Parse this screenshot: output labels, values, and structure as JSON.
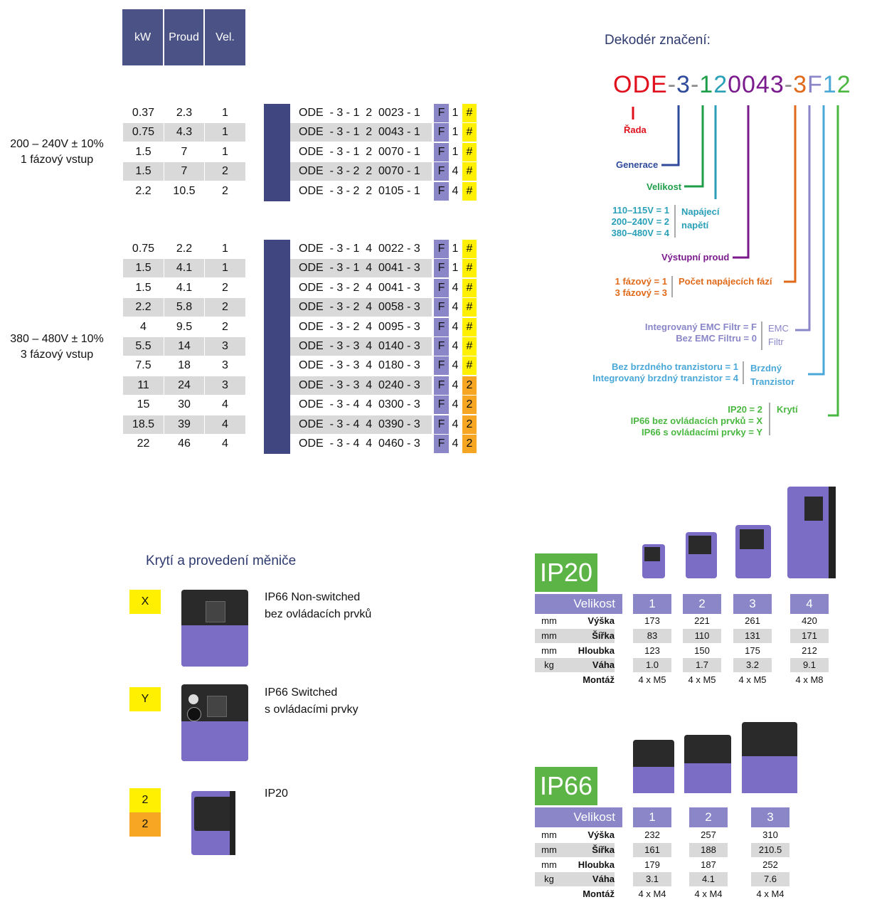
{
  "table": {
    "headers": [
      "kW",
      "Proud",
      "Vel."
    ],
    "group1": {
      "label1": "200 – 240V ± 10%",
      "label2": "1 fázový vstup",
      "rows": [
        {
          "kw": "0.37",
          "proud": "2.3",
          "vel": "1",
          "code": "ODE  - 3 - 1  2  0023 - 1",
          "f": "F",
          "n": "1",
          "k": "#"
        },
        {
          "kw": "0.75",
          "proud": "4.3",
          "vel": "1",
          "code": "ODE  - 3 - 1  2  0043 - 1",
          "f": "F",
          "n": "1",
          "k": "#"
        },
        {
          "kw": "1.5",
          "proud": "7",
          "vel": "1",
          "code": "ODE  - 3 - 1  2  0070 - 1",
          "f": "F",
          "n": "1",
          "k": "#"
        },
        {
          "kw": "1.5",
          "proud": "7",
          "vel": "2",
          "code": "ODE  - 3 - 2  2  0070 - 1",
          "f": "F",
          "n": "4",
          "k": "#"
        },
        {
          "kw": "2.2",
          "proud": "10.5",
          "vel": "2",
          "code": "ODE  - 3 - 2  2  0105 - 1",
          "f": "F",
          "n": "4",
          "k": "#"
        }
      ]
    },
    "group2": {
      "label1": "380 – 480V ± 10%",
      "label2": "3 fázový vstup",
      "rows": [
        {
          "kw": "0.75",
          "proud": "2.2",
          "vel": "1",
          "code": "ODE  - 3 - 1  4  0022 - 3",
          "f": "F",
          "n": "1",
          "k": "#"
        },
        {
          "kw": "1.5",
          "proud": "4.1",
          "vel": "1",
          "code": "ODE  - 3 - 1  4  0041 - 3",
          "f": "F",
          "n": "1",
          "k": "#"
        },
        {
          "kw": "1.5",
          "proud": "4.1",
          "vel": "2",
          "code": "ODE  - 3 - 2  4  0041 - 3",
          "f": "F",
          "n": "4",
          "k": "#"
        },
        {
          "kw": "2.2",
          "proud": "5.8",
          "vel": "2",
          "code": "ODE  - 3 - 2  4  0058 - 3",
          "f": "F",
          "n": "4",
          "k": "#"
        },
        {
          "kw": "4",
          "proud": "9.5",
          "vel": "2",
          "code": "ODE  - 3 - 2  4  0095 - 3",
          "f": "F",
          "n": "4",
          "k": "#"
        },
        {
          "kw": "5.5",
          "proud": "14",
          "vel": "3",
          "code": "ODE  - 3 - 3  4  0140 - 3",
          "f": "F",
          "n": "4",
          "k": "#"
        },
        {
          "kw": "7.5",
          "proud": "18",
          "vel": "3",
          "code": "ODE  - 3 - 3  4  0180 - 3",
          "f": "F",
          "n": "4",
          "k": "#"
        },
        {
          "kw": "11",
          "proud": "24",
          "vel": "3",
          "code": "ODE  - 3 - 3  4  0240 - 3",
          "f": "F",
          "n": "4",
          "k": "2"
        },
        {
          "kw": "15",
          "proud": "30",
          "vel": "4",
          "code": "ODE  - 3 - 4  4  0300 - 3",
          "f": "F",
          "n": "4",
          "k": "2"
        },
        {
          "kw": "18.5",
          "proud": "39",
          "vel": "4",
          "code": "ODE  - 3 - 4  4  0390 - 3",
          "f": "F",
          "n": "4",
          "k": "2"
        },
        {
          "kw": "22",
          "proud": "46",
          "vel": "4",
          "code": "ODE  - 3 - 4  4  0460 - 3",
          "f": "F",
          "n": "4",
          "k": "2"
        }
      ]
    }
  },
  "decoder": {
    "title": "Dekodér značení:",
    "code_parts": [
      {
        "t": "ODE",
        "c": "#e0101c"
      },
      {
        "t": "-",
        "c": "#8a8a8a"
      },
      {
        "t": "3",
        "c": "#2e4a9a"
      },
      {
        "t": "-",
        "c": "#8a8a8a"
      },
      {
        "t": "1",
        "c": "#1f9e4a"
      },
      {
        "t": "2",
        "c": "#2aa0b8"
      },
      {
        "t": "0043",
        "c": "#7a1a8c"
      },
      {
        "t": "-",
        "c": "#8a8a8a"
      },
      {
        "t": "3",
        "c": "#e06a1a"
      },
      {
        "t": "F",
        "c": "#8a86c8"
      },
      {
        "t": "1",
        "c": "#4aa8d8"
      },
      {
        "t": "2",
        "c": "#4ab840"
      }
    ],
    "rada": "Řada",
    "generace": "Generace",
    "velikost": "Velikost",
    "voltage_options": [
      "110–115V = 1",
      "200–240V = 2",
      "380–480V = 4"
    ],
    "napajeci": [
      "Napájecí",
      "napětí"
    ],
    "vystupni": "Výstupní proud",
    "phase_options": [
      "1 fázový = 1",
      "3 fázový = 3"
    ],
    "pocet": "Počet napájecích fází",
    "emc_options": [
      "Integrovaný EMC Filtr = F",
      "Bez EMC Filtru = 0"
    ],
    "emc": [
      "EMC",
      "Filtr"
    ],
    "brake_options": [
      "Bez brzdného tranzistoru  = 1",
      "Integrovaný brzdný tranzistor = 4"
    ],
    "brzdny": [
      "Brzdný",
      "Tranzistor"
    ],
    "ip_options": [
      "IP20 = 2",
      "IP66 bez ovládacích prvků = X",
      "IP66 s ovládacími prvky = Y"
    ],
    "kryti": "Krytí"
  },
  "enclosure": {
    "title": "Krytí a provedení měniče",
    "items": [
      {
        "code": "X",
        "line1": "IP66 Non-switched",
        "line2": "bez ovládacích prvků"
      },
      {
        "code": "Y",
        "line1": "IP66 Switched",
        "line2": "s ovládacími prvky"
      },
      {
        "code": "2",
        "code2": "2",
        "line1": "IP20",
        "line2": ""
      }
    ]
  },
  "ip20": {
    "badge": "IP20",
    "velikost": "Velikost",
    "sizes": [
      "1",
      "2",
      "3",
      "4"
    ],
    "rows": [
      {
        "unit": "mm",
        "label": "Výška",
        "vals": [
          "173",
          "221",
          "261",
          "420"
        ]
      },
      {
        "unit": "mm",
        "label": "Šířka",
        "vals": [
          "83",
          "110",
          "131",
          "171"
        ]
      },
      {
        "unit": "mm",
        "label": "Hloubka",
        "vals": [
          "123",
          "150",
          "175",
          "212"
        ]
      },
      {
        "unit": "kg",
        "label": "Váha",
        "vals": [
          "1.0",
          "1.7",
          "3.2",
          "9.1"
        ]
      },
      {
        "unit": "",
        "label": "Montáž",
        "vals": [
          "4 x M5",
          "4 x M5",
          "4 x M5",
          "4 x M8"
        ]
      }
    ]
  },
  "ip66": {
    "badge": "IP66",
    "velikost": "Velikost",
    "sizes": [
      "1",
      "2",
      "3"
    ],
    "rows": [
      {
        "unit": "mm",
        "label": "Výška",
        "vals": [
          "232",
          "257",
          "310"
        ]
      },
      {
        "unit": "mm",
        "label": "Šířka",
        "vals": [
          "161",
          "188",
          "210.5"
        ]
      },
      {
        "unit": "mm",
        "label": "Hloubka",
        "vals": [
          "179",
          "187",
          "252"
        ]
      },
      {
        "unit": "kg",
        "label": "Váha",
        "vals": [
          "3.1",
          "4.1",
          "7.6"
        ]
      },
      {
        "unit": "",
        "label": "Montáž",
        "vals": [
          "4 x M4",
          "4 x M4",
          "4 x M4"
        ]
      }
    ]
  }
}
